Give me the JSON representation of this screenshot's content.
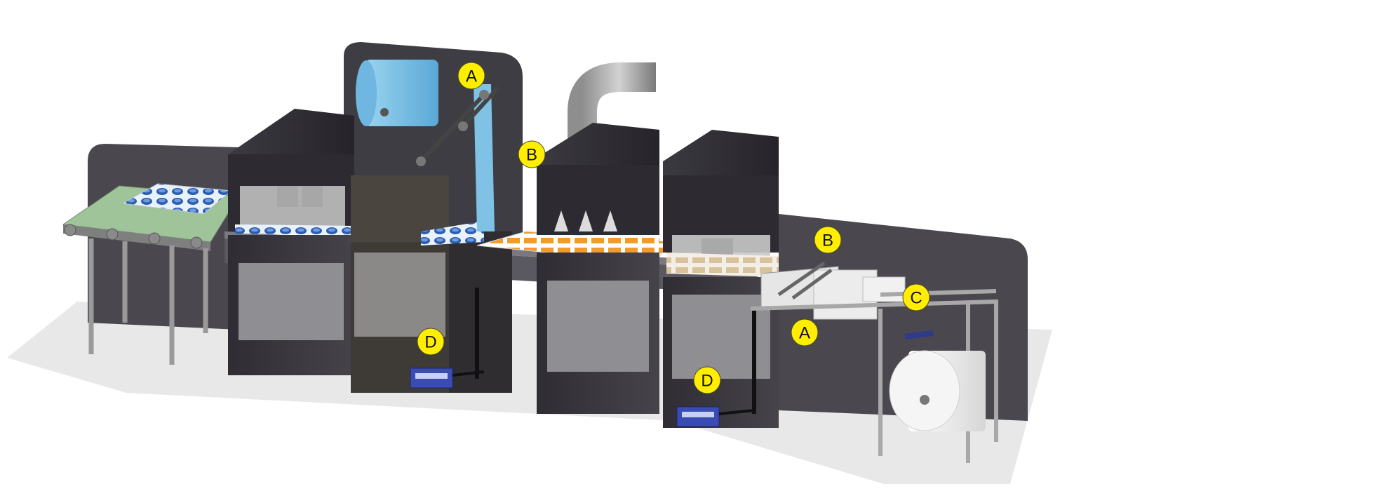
{
  "diagram": {
    "callouts": [
      {
        "id": "a-top",
        "label": "A"
      },
      {
        "id": "b-top",
        "label": "B"
      },
      {
        "id": "b-right",
        "label": "B"
      },
      {
        "id": "a-right",
        "label": "A"
      },
      {
        "id": "c-right",
        "label": "C"
      },
      {
        "id": "d-left",
        "label": "D"
      },
      {
        "id": "d-right",
        "label": "D"
      }
    ],
    "colors": {
      "machine_body": "#3a3840",
      "machine_roof": "#2e2c33",
      "window_glass": "#c9c9c9",
      "back_panel": "#4a484e",
      "floor_shadow": "#e6e6e6",
      "film_roll": "#7fc2e6",
      "paper_roll": "#f2f2f2",
      "conveyor_green": "#9fc49a",
      "cup_blue": "#1f4fa0",
      "tray_orange": "#f29a2e",
      "callout_yellow": "#ffee00"
    }
  }
}
